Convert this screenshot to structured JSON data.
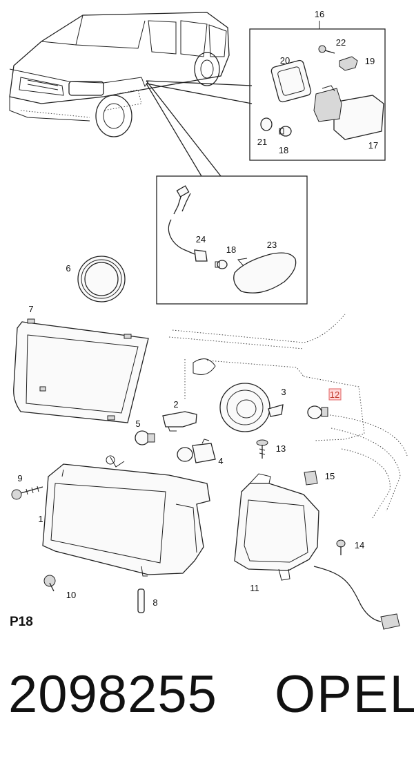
{
  "callouts": {
    "c1": "1",
    "c2": "2",
    "c3": "3",
    "c4": "4",
    "c5": "5",
    "c6": "6",
    "c7": "7",
    "c8": "8",
    "c9": "9",
    "c10": "10",
    "c11": "11",
    "c12": "12",
    "c13": "13",
    "c14": "14",
    "c15": "15",
    "c16": "16",
    "c17": "17",
    "c18a": "18",
    "c18b": "18",
    "c19": "19",
    "c20": "20",
    "c21": "21",
    "c22": "22",
    "c23": "23",
    "c24": "24"
  },
  "highlighted_callout": "12",
  "highlight_color": "#ffd9d9",
  "page_label": "P18",
  "part_number": "2098255",
  "brand": "OPEL"
}
